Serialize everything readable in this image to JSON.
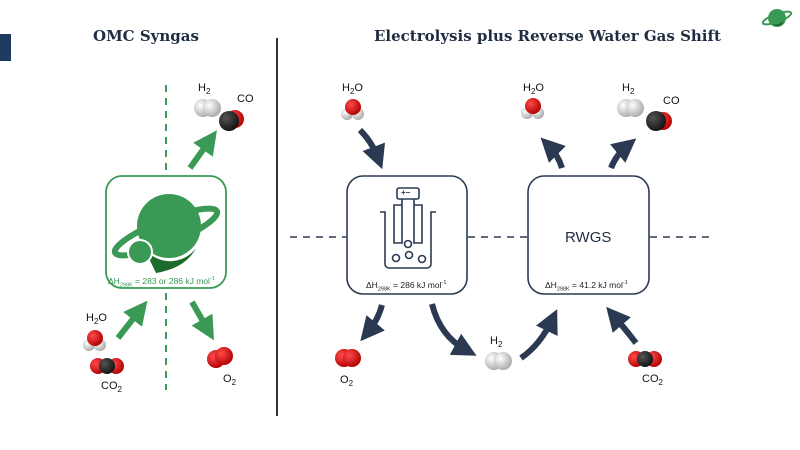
{
  "titles": {
    "left": "OMC Syngas",
    "right": "Electrolysis plus Reverse Water Gas Shift"
  },
  "colors": {
    "green": "#3a9a55",
    "dark_green": "#1e6b2e",
    "navy": "#2b3a52",
    "title": "#1f2d42",
    "oxygen_red": "#e01010",
    "carbon_black": "#2a2a2a",
    "hydrogen_white": "#e8e8e8"
  },
  "left_panel": {
    "box": {
      "icon": "planet-logo-icon",
      "enthalpy": {
        "prefix": "ΔH",
        "sub": "298K",
        "text": " = 283 or 286 kJ mol",
        "sup": "-1"
      }
    },
    "inputs": [
      {
        "name": "H2O",
        "label_main": "H",
        "label_sub": "2",
        "label_tail": "O"
      },
      {
        "name": "CO2",
        "label_main": "CO",
        "label_sub": "2",
        "label_tail": ""
      }
    ],
    "outputs": [
      {
        "name": "H2",
        "label_main": "H",
        "label_sub": "2",
        "label_tail": ""
      },
      {
        "name": "CO",
        "label_main": "CO",
        "label_sub": "",
        "label_tail": ""
      },
      {
        "name": "O2",
        "label_main": "O",
        "label_sub": "2",
        "label_tail": ""
      }
    ]
  },
  "right_panel": {
    "electrolysis_box": {
      "icon": "electrolysis-cell-icon",
      "battery_label": "+−",
      "enthalpy": {
        "prefix": "ΔH",
        "sub": "298K",
        "text": " = 286 kJ mol",
        "sup": "-1"
      }
    },
    "rwgs_box": {
      "label": "RWGS",
      "enthalpy": {
        "prefix": "ΔH",
        "sub": "298K",
        "text": " = 41.2 kJ mol",
        "sup": "-1"
      }
    },
    "molecules": {
      "h2o_in": {
        "main": "H",
        "sub": "2",
        "tail": "O"
      },
      "o2_out": {
        "main": "O",
        "sub": "2",
        "tail": ""
      },
      "h2_mid": {
        "main": "H",
        "sub": "2",
        "tail": ""
      },
      "h2o_out": {
        "main": "H",
        "sub": "2",
        "tail": "O"
      },
      "h2_out": {
        "main": "H",
        "sub": "2",
        "tail": ""
      },
      "co_out": {
        "main": "CO",
        "sub": "",
        "tail": ""
      },
      "co2_in": {
        "main": "CO",
        "sub": "2",
        "tail": ""
      }
    }
  }
}
